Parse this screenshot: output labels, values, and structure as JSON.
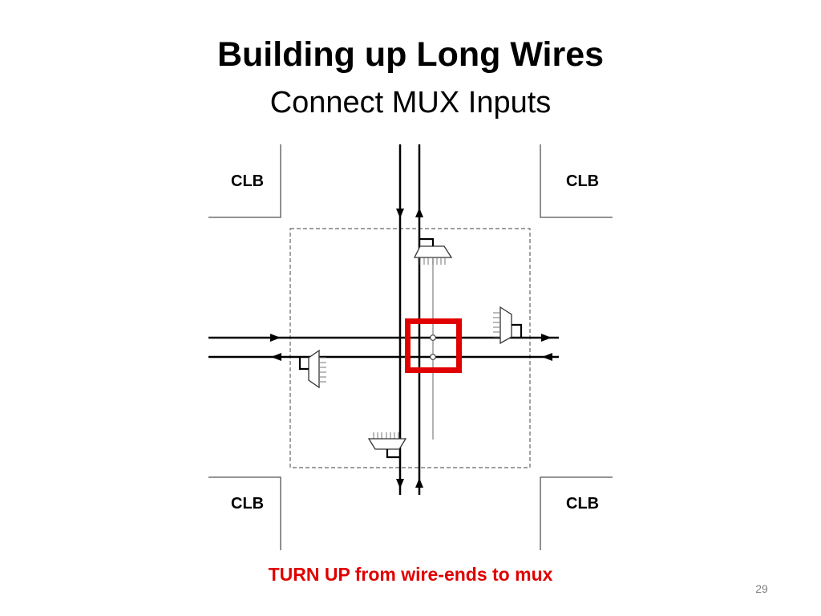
{
  "slide": {
    "title": "Building up Long Wires",
    "subtitle": "Connect MUX Inputs",
    "caption": "TURN UP from wire-ends to mux",
    "page_number": "29"
  },
  "diagram": {
    "clb_labels": [
      "CLB",
      "CLB",
      "CLB",
      "CLB"
    ],
    "highlight_color": "#e00000",
    "caption_color": "#e00000"
  }
}
